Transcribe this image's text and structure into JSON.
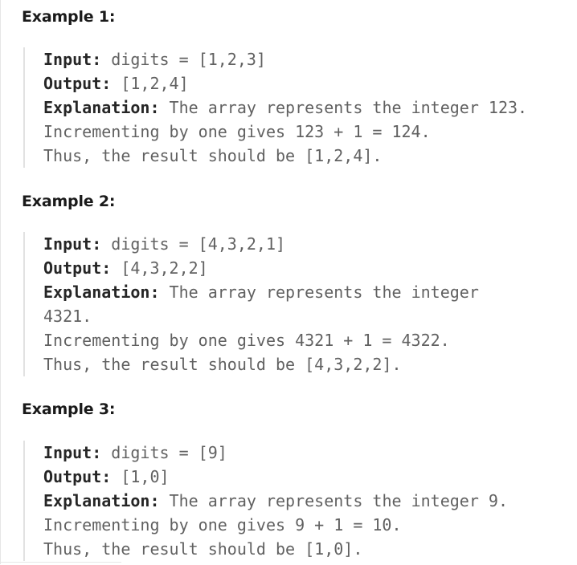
{
  "examples": [
    {
      "title": "Example 1:",
      "input_label": "Input:",
      "input_value": "digits = [1,2,3]",
      "output_label": "Output:",
      "output_value": "[1,2,4]",
      "explanation_label": "Explanation:",
      "explanation_lines": [
        "The array represents the integer 123.",
        "Incrementing by one gives 123 + 1 = 124.",
        "Thus, the result should be [1,2,4]."
      ]
    },
    {
      "title": "Example 2:",
      "input_label": "Input:",
      "input_value": "digits = [4,3,2,1]",
      "output_label": "Output:",
      "output_value": "[4,3,2,2]",
      "explanation_label": "Explanation:",
      "explanation_lines": [
        "The array represents the integer",
        "4321.",
        "Incrementing by one gives 4321 + 1 = 4322.",
        "Thus, the result should be [4,3,2,2]."
      ]
    },
    {
      "title": "Example 3:",
      "input_label": "Input:",
      "input_value": "digits = [9]",
      "output_label": "Output:",
      "output_value": "[1,0]",
      "explanation_label": "Explanation:",
      "explanation_lines": [
        "The array represents the integer 9.",
        "Incrementing by one gives 9 + 1 = 10.",
        "Thus, the result should be [1,0]."
      ]
    }
  ]
}
